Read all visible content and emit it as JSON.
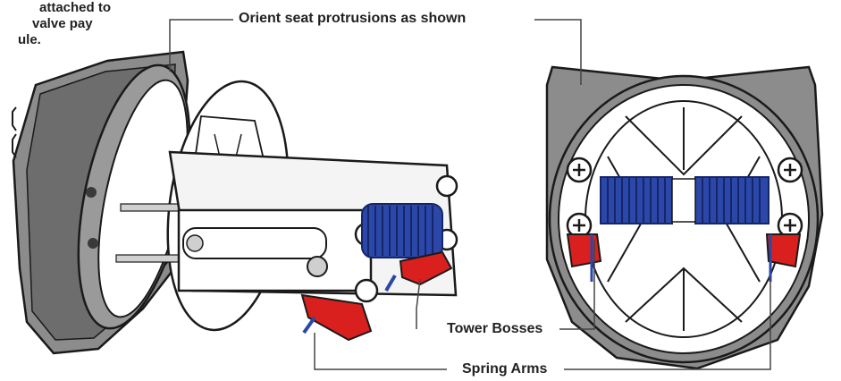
{
  "note": {
    "lines": [
      "attached to",
      "valve pay",
      "ule."
    ]
  },
  "callouts": {
    "orient": "Orient seat protrusions as shown",
    "tower_bosses": "Tower Bosses",
    "spring_arms": "Spring Arms"
  },
  "colors": {
    "housing": "#8c8c8c",
    "housing_dark": "#5a5a5a",
    "spring": "#2b47a8",
    "boss": "#d9201e",
    "leader": "#444444"
  }
}
